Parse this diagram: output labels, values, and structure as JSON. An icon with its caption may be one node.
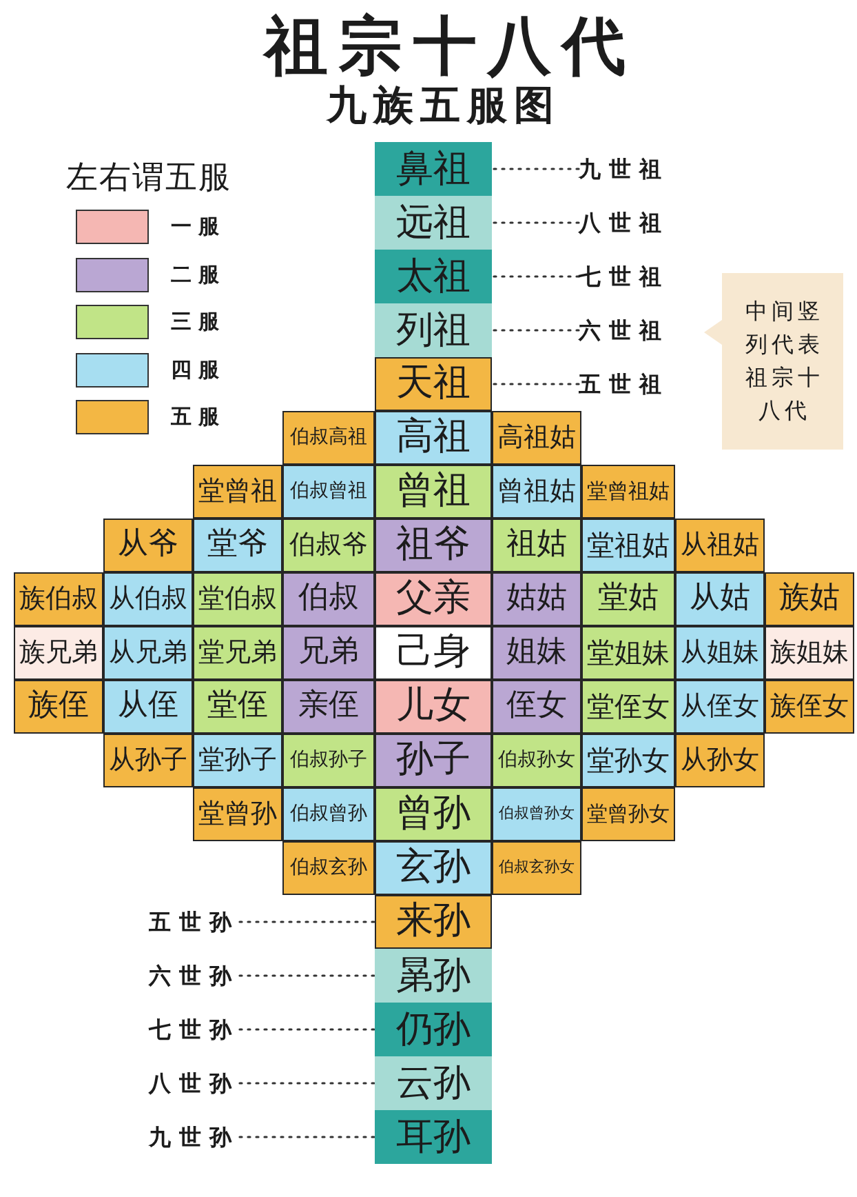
{
  "diagram": {
    "title": "祖宗十八代",
    "nodes": [
      {
        "text": [
          "鼻祖"
        ]
      },
      {
        "text": [
          "九世祖"
        ]
      },
      {
        "text": [
          "远祖"
        ]
      },
      {
        "text": [
          "八世祖"
        ]
      },
      {
        "text": [
          "太祖"
        ]
      },
      {
        "text": [
          "七世祖"
        ]
      },
      {
        "text": [
          "列祖"
        ]
      },
      {
        "text": [
          "六世祖"
        ]
      },
      {
        "text": [
          "中间竖列代表祖宗十八代"
        ]
      },
      {
        "text": [
          "天祖"
        ]
      },
      {
        "text": [
          "五世祖"
        ]
      },
      {
        "text": [
          "伯叔高祖"
        ]
      },
      {
        "text": [
          "高祖"
        ]
      },
      {
        "text": [
          "高祖姑"
        ]
      },
      {
        "text": [
          "堂曾祖"
        ]
      },
      {
        "text": [
          "伯叔曾祖"
        ]
      },
      {
        "text": [
          "曾祖"
        ]
      },
      {
        "text": [
          "曾祖姑"
        ]
      },
      {
        "text": [
          "堂曾祖姑"
        ]
      },
      {
        "text": [
          "从爷"
        ]
      },
      {
        "text": [
          "堂爷"
        ]
      },
      {
        "text": [
          "伯叔爷"
        ]
      },
      {
        "text": [
          "祖爷"
        ]
      },
      {
        "text": [
          "祖姑"
        ]
      },
      {
        "text": [
          "堂祖姑"
        ]
      },
      {
        "text": [
          "从祖姑"
        ]
      },
      {
        "text": [
          "族伯叔"
        ]
      },
      {
        "text": [
          "从伯叔"
        ]
      },
      {
        "text": [
          "堂伯叔"
        ]
      },
      {
        "text": [
          "伯叔"
        ]
      },
      {
        "text": [
          "父亲"
        ]
      },
      {
        "text": [
          "姑姑"
        ]
      },
      {
        "text": [
          "堂姑"
        ]
      },
      {
        "text": [
          "从姑"
        ]
      },
      {
        "text": [
          "族姑"
        ]
      },
      {
        "text": [
          "族兄弟"
        ]
      },
      {
        "text": [
          "从兄弟"
        ]
      },
      {
        "text": [
          "堂兄弟"
        ]
      },
      {
        "text": [
          "兄弟"
        ]
      },
      {
        "text": [
          "己身"
        ]
      },
      {
        "text": [
          "姐妹"
        ]
      },
      {
        "text": [
          "堂姐妹"
        ]
      },
      {
        "text": [
          "从姐妹"
        ]
      },
      {
        "text": [
          "族姐妹"
        ]
      },
      {
        "text": [
          "族侄"
        ]
      },
      {
        "text": [
          "从侄"
        ]
      },
      {
        "text": [
          "堂侄"
        ]
      },
      {
        "text": [
          "亲侄"
        ]
      },
      {
        "text": [
          "儿女"
        ]
      },
      {
        "text": [
          "侄女"
        ]
      },
      {
        "text": [
          "堂侄女"
        ]
      },
      {
        "text": [
          "从侄女"
        ]
      },
      {
        "text": [
          "族侄女"
        ]
      },
      {
        "text": [
          "从孙子"
        ]
      },
      {
        "text": [
          "堂孙子"
        ]
      },
      {
        "text": [
          "伯叔孙子"
        ]
      },
      {
        "text": [
          "孙子"
        ]
      },
      {
        "text": [
          "伯叔孙女"
        ]
      },
      {
        "text": [
          "堂孙女"
        ]
      },
      {
        "text": [
          "从孙女"
        ]
      },
      {
        "text": [
          "堂曾孙"
        ]
      },
      {
        "text": [
          "伯叔曾孙"
        ]
      },
      {
        "text": [
          "曾孙"
        ]
      },
      {
        "text": [
          "伯叔曾孙女"
        ]
      },
      {
        "text": [
          "堂曾孙女"
        ]
      },
      {
        "text": [
          "伯叔玄孙"
        ]
      },
      {
        "text": [
          "玄孙"
        ]
      },
      {
        "text": [
          "伯叔玄孙女"
        ]
      },
      {
        "text": [
          "五世孙"
        ]
      },
      {
        "text": [
          "来孙"
        ]
      },
      {
        "text": [
          "六世孙"
        ]
      },
      {
        "text": [
          "晜孙"
        ]
      },
      {
        "text": [
          "七世孙"
        ]
      },
      {
        "text": [
          "仍孙"
        ]
      },
      {
        "text": [
          "八世孙"
        ]
      },
      {
        "text": [
          "云孙"
        ]
      },
      {
        "text": [
          "九世孙"
        ]
      },
      {
        "text": [
          "耳孙"
        ]
      }
    ],
    "edges": [
      {
        "from": 1,
        "to": 0,
        "arrow": "none",
        "style": "dashed"
      },
      {
        "from": 3,
        "to": 2,
        "arrow": "none",
        "style": "dashed"
      },
      {
        "from": 5,
        "to": 4,
        "arrow": "none",
        "style": "dashed"
      },
      {
        "from": 7,
        "to": 6,
        "arrow": "none",
        "style": "dashed"
      },
      {
        "from": 10,
        "to": 9,
        "arrow": "none",
        "style": "dashed"
      },
      {
        "from": 68,
        "to": 69,
        "arrow": "none",
        "style": "dashed"
      },
      {
        "from": 70,
        "to": 71,
        "arrow": "none",
        "style": "dashed"
      },
      {
        "from": 72,
        "to": 73,
        "arrow": "none",
        "style": "dashed"
      },
      {
        "from": 74,
        "to": 75,
        "arrow": "none",
        "style": "dashed"
      },
      {
        "from": 76,
        "to": 77,
        "arrow": "none",
        "style": "dashed"
      }
    ],
    "labels": [
      "九族五服图",
      "左右谓五服"
    ],
    "legend": [
      {
        "text": "一服",
        "color": "#f5b7b3"
      },
      {
        "text": "二服",
        "color": "#baa7d3"
      },
      {
        "text": "三服",
        "color": "#c1e487"
      },
      {
        "text": "四服",
        "color": "#a7def1"
      },
      {
        "text": "五服",
        "color": "#f3b744"
      }
    ]
  }
}
